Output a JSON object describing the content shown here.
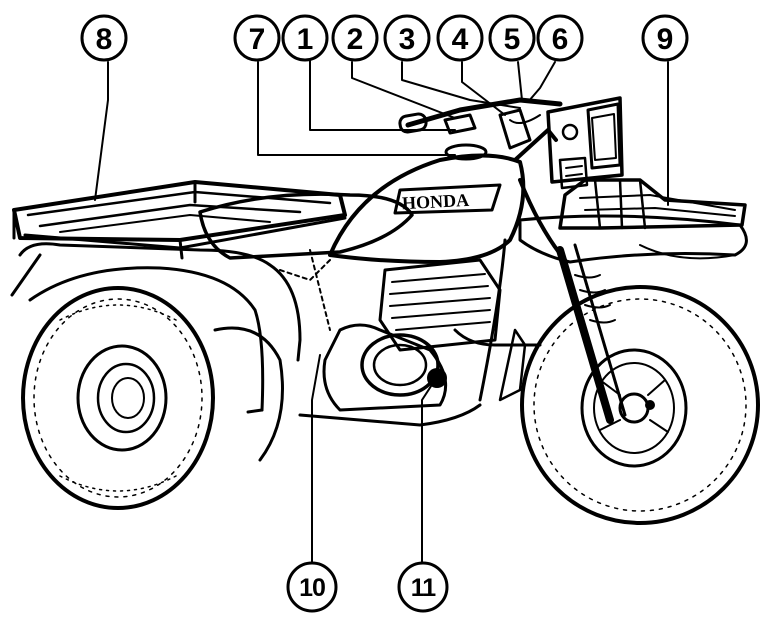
{
  "brand_on_tank": "HONDA",
  "callouts": [
    {
      "id": "c1",
      "label": "1"
    },
    {
      "id": "c2",
      "label": "2"
    },
    {
      "id": "c3",
      "label": "3"
    },
    {
      "id": "c4",
      "label": "4"
    },
    {
      "id": "c5",
      "label": "5"
    },
    {
      "id": "c6",
      "label": "6"
    },
    {
      "id": "c7",
      "label": "7"
    },
    {
      "id": "c8",
      "label": "8"
    },
    {
      "id": "c9",
      "label": "9"
    },
    {
      "id": "c10",
      "label": "10"
    },
    {
      "id": "c11",
      "label": "11"
    }
  ],
  "colors": {
    "ink": "#000000",
    "paper": "#ffffff"
  }
}
